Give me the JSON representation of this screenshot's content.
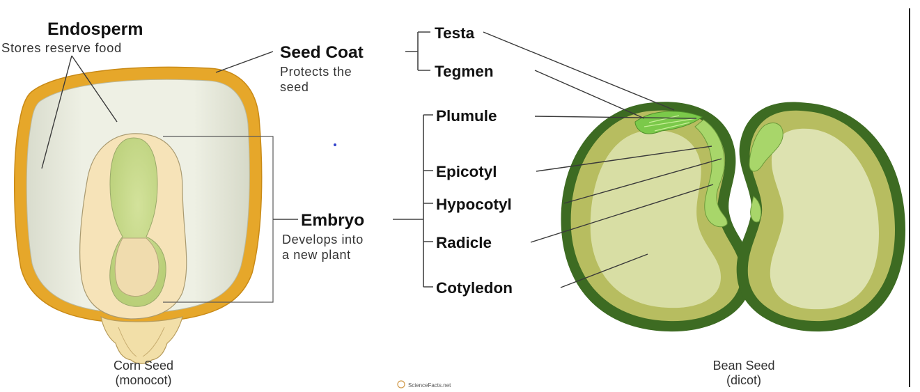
{
  "labels": {
    "endosperm": "Endosperm",
    "endosperm_desc": "Stores reserve food",
    "seed_coat": "Seed Coat",
    "seed_coat_desc_line1": "Protects the",
    "seed_coat_desc_line2": "seed",
    "testa": "Testa",
    "tegmen": "Tegmen",
    "plumule": "Plumule",
    "epicotyl": "Epicotyl",
    "hypocotyl": "Hypocotyl",
    "embryo": "Embryo",
    "embryo_desc_line1": "Develops into",
    "embryo_desc_line2": "a new plant",
    "radicle": "Radicle",
    "cotyledon": "Cotyledon"
  },
  "captions": {
    "corn_line1": "Corn Seed",
    "corn_line2": "(monocot)",
    "bean_line1": "Bean Seed",
    "bean_line2": "(dicot)"
  },
  "watermark": "ScienceFacts.net",
  "colors": {
    "corn_coat": "#e6a72a",
    "corn_endosperm": "#eceee0",
    "corn_embryo": "#f6e3b8",
    "corn_core": "#c8d98a",
    "bean_coat": "#3d6b22",
    "bean_cotyledon": "#d4da9c",
    "bean_inner": "#e3e8bd",
    "plumule_green": "#7bc94a"
  }
}
